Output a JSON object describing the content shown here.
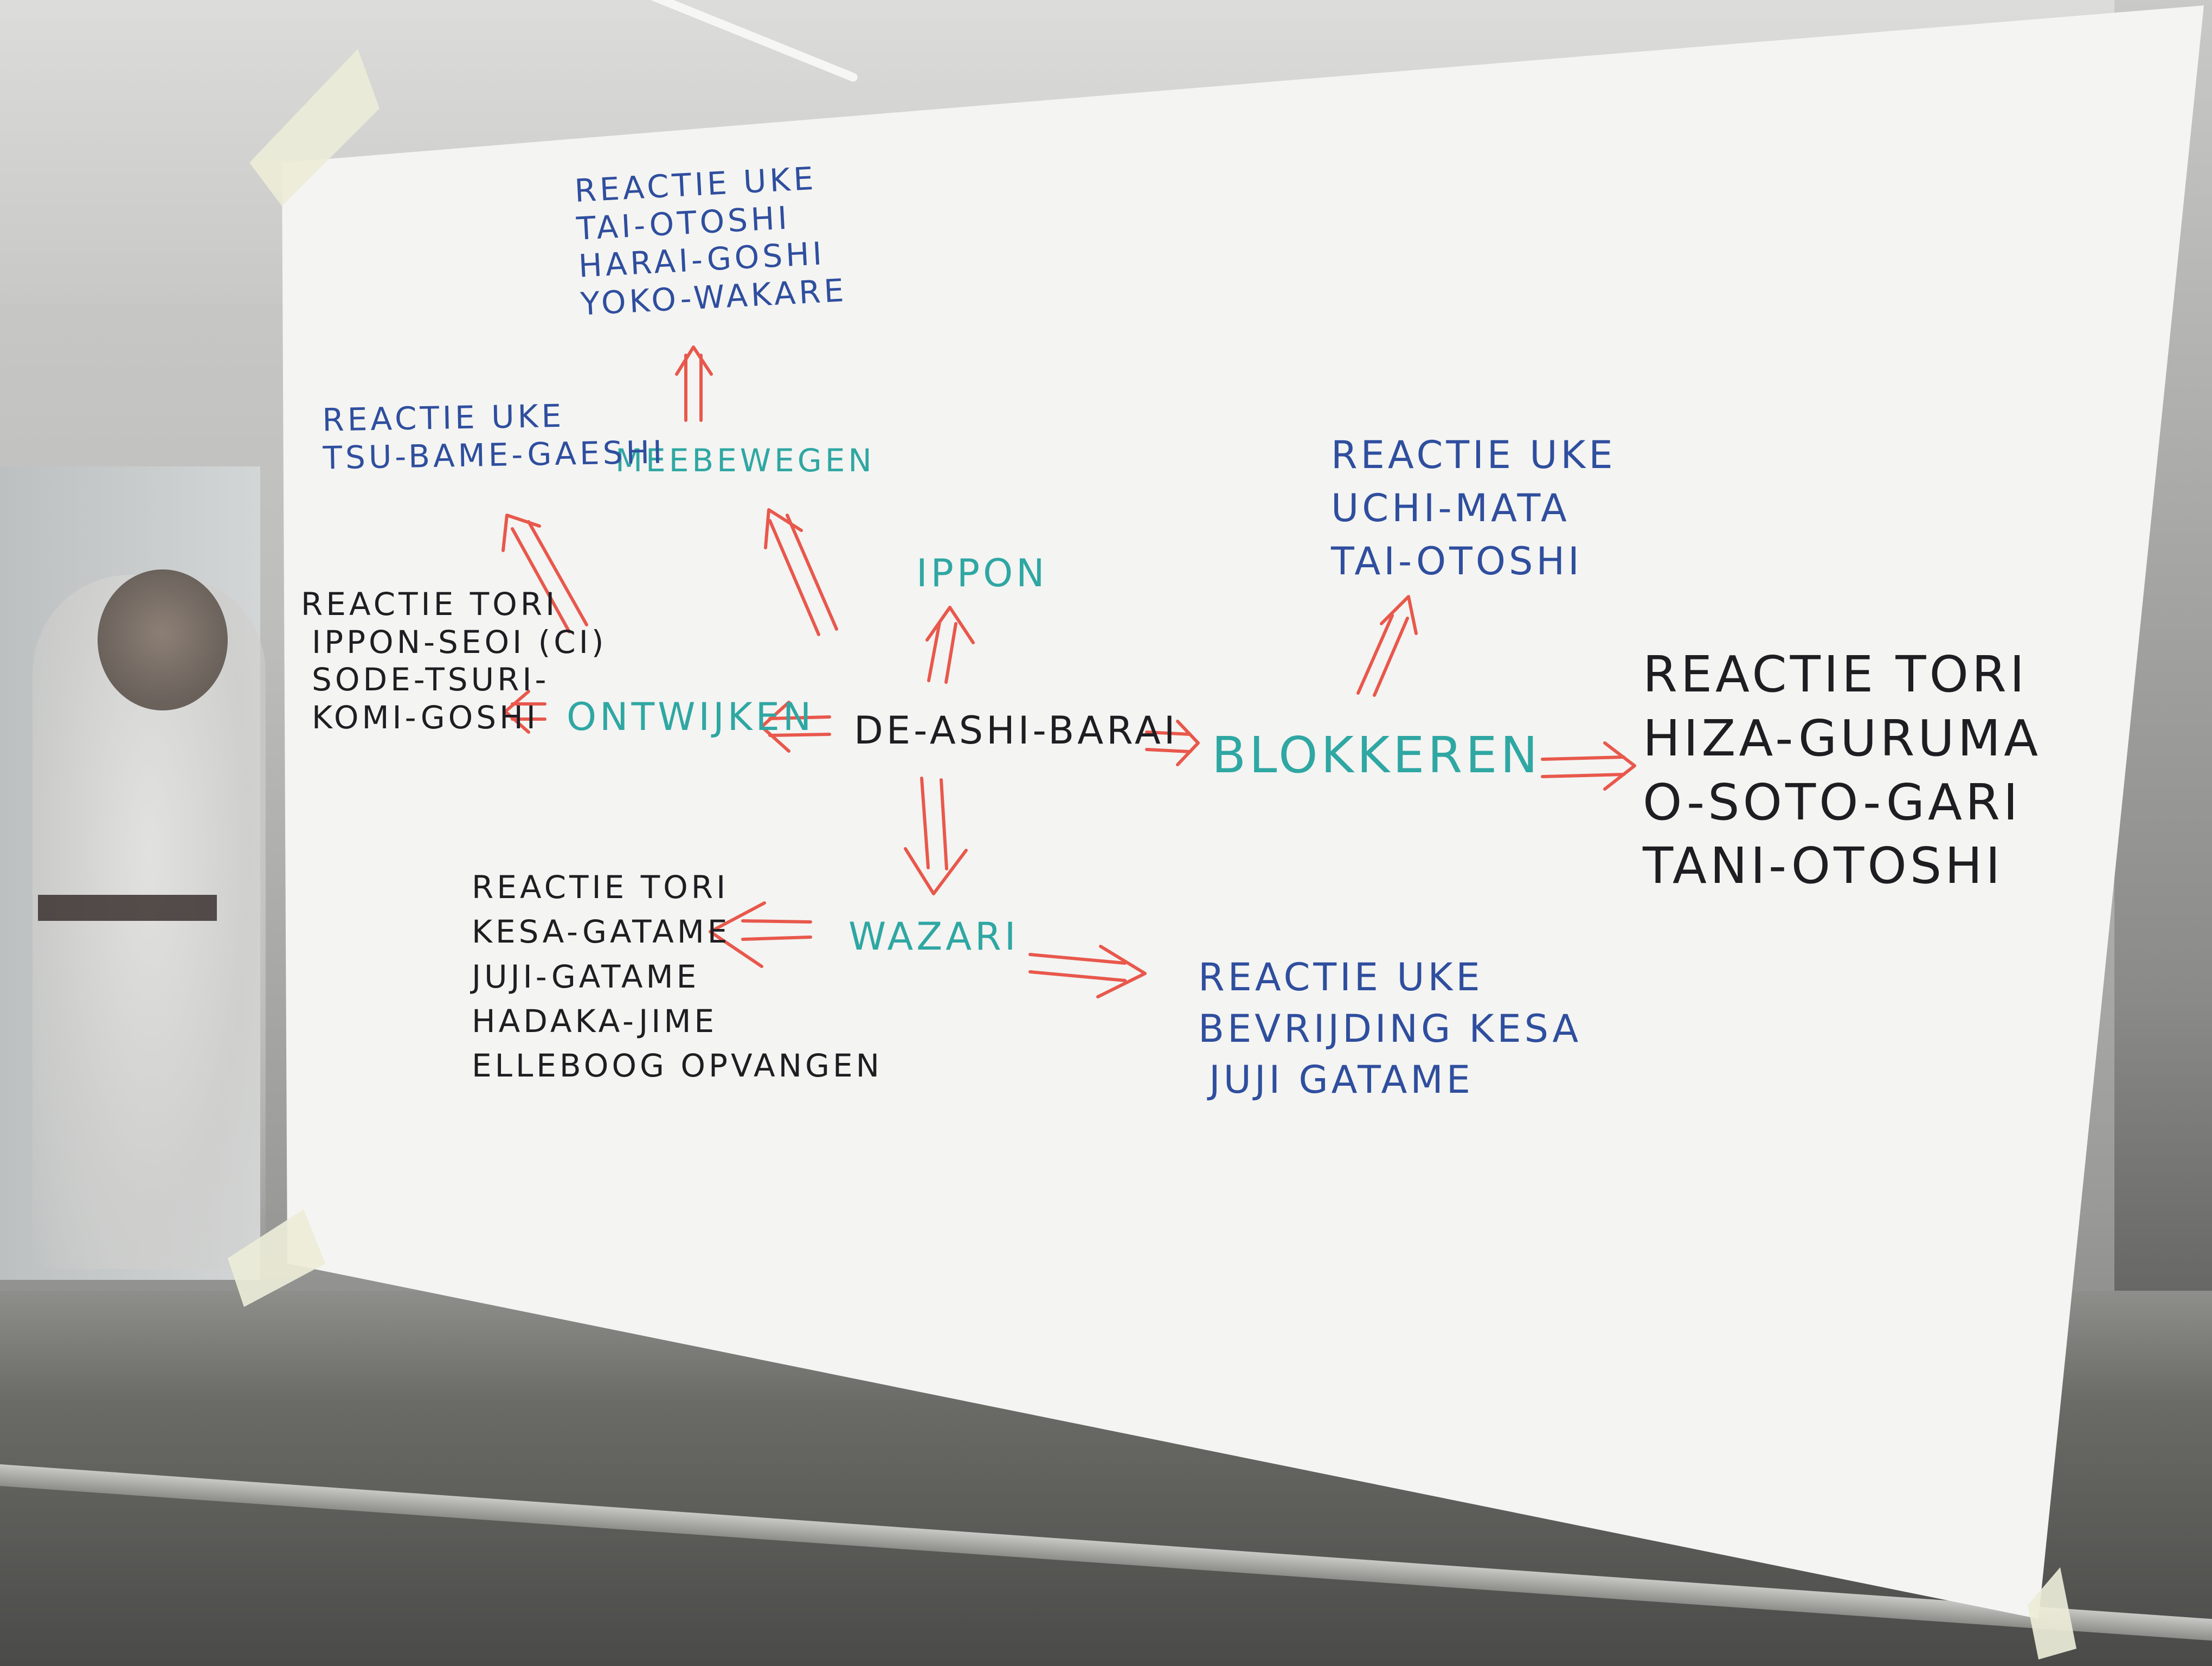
{
  "center": "DE-ASHI-BARAi",
  "ippon": "IPPON",
  "wazari": "WAZARI",
  "ontwijken": "ONTWIJKEN",
  "blokkeren": "BLOKKEREN",
  "meebewegen": "MEEBEWEGEN",
  "meebewegen_uke": {
    "heading": "REACTIE UKE",
    "lines": [
      "TAI-OTOSHI",
      "HARAi-GOSHi",
      "YOKO-WAKARE"
    ]
  },
  "tsubame_uke": {
    "heading": "REACTIE UKE",
    "lines": [
      "TSU-BAME-GAESHI"
    ]
  },
  "ontwijken_tori": {
    "heading": "REACTIE TORI",
    "lines": [
      "IPPON-SEOi (ci)",
      "SODE-TSURi-",
      "KOMi-GOSHi"
    ]
  },
  "blokkeren_uke": {
    "heading": "REACTIE UKE",
    "lines": [
      "UCHi-MATA",
      "TAi-OTOSHi"
    ]
  },
  "blokkeren_tori": {
    "heading": "REACTIE TORI",
    "lines": [
      "HiZA-GURUMA",
      "O-SOTO-GARi",
      "TANi-OTOSHi"
    ]
  },
  "wazari_tori": {
    "heading": "REACTIE TORi",
    "lines": [
      "KESA-GATAME",
      "JUJi-GATAME",
      "HADAKA-JiME",
      "ELLEBOOG OPVANGEN"
    ]
  },
  "wazari_uke": {
    "heading": "REACTIE UKE",
    "lines": [
      "BEVRijDiNG KESA",
      "JUJi GATAME"
    ]
  },
  "colors": {
    "arrow": "#e8584c",
    "blue_ink": "#2f4e9e",
    "teal_ink": "#2fa7a3",
    "black_ink": "#1e1e22",
    "paper": "#f4f4f2"
  }
}
